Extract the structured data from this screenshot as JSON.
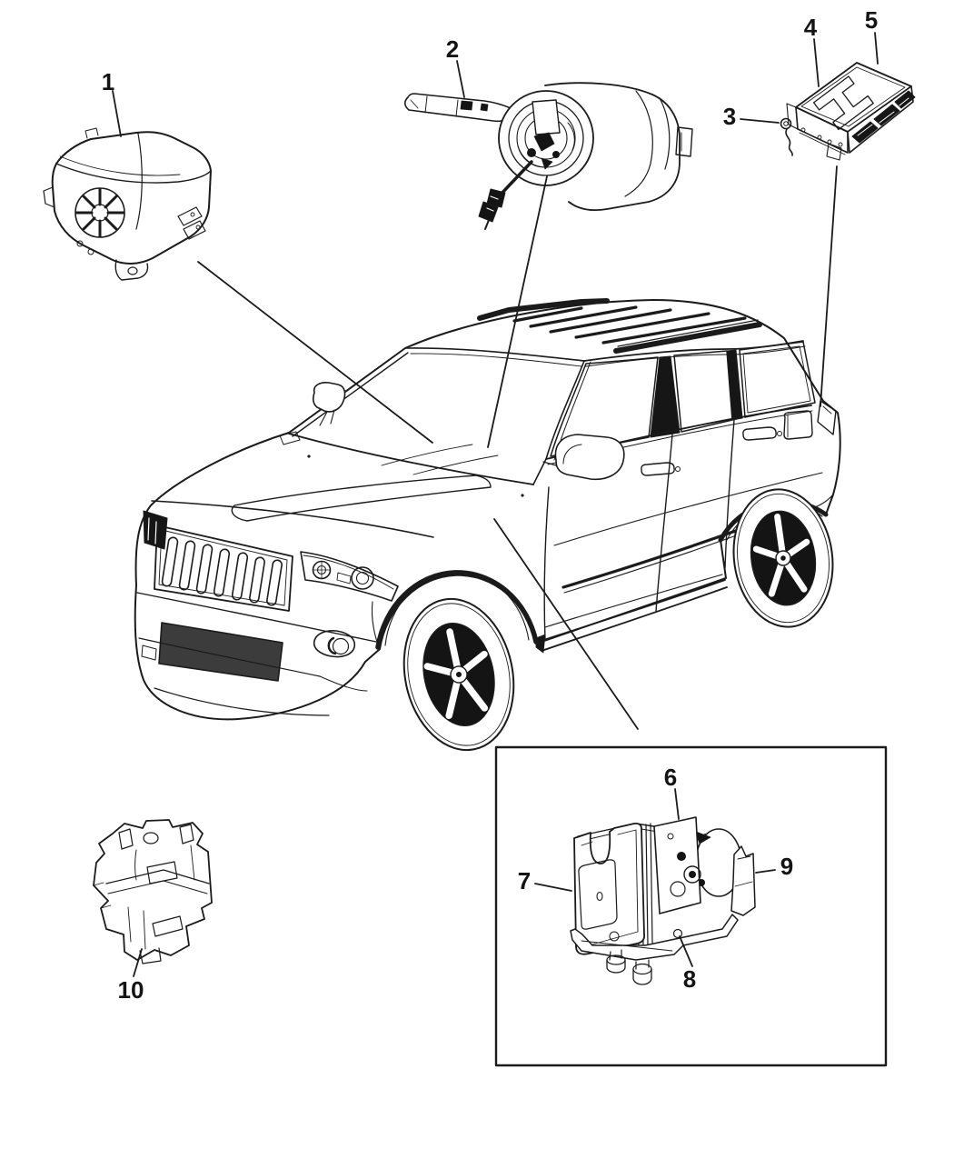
{
  "figure": {
    "type": "vehicle-parts-diagram",
    "background_color": "#ffffff",
    "line_color": "#1b1b1b"
  },
  "callouts": [
    {
      "label": "1"
    },
    {
      "label": "2"
    },
    {
      "label": "3"
    },
    {
      "label": "4"
    },
    {
      "label": "5"
    },
    {
      "label": "6"
    },
    {
      "label": "7"
    },
    {
      "label": "8"
    },
    {
      "label": "9"
    },
    {
      "label": "10"
    }
  ]
}
